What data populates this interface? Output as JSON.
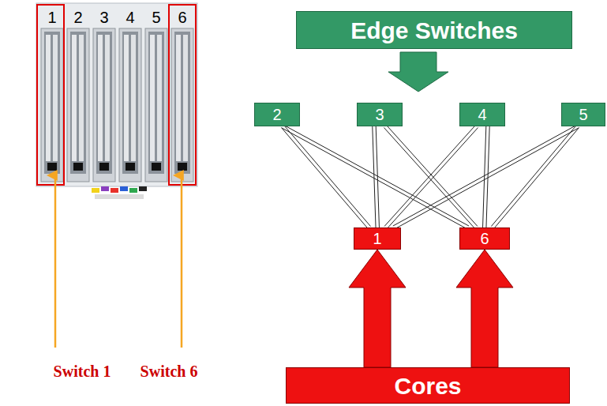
{
  "diagram": {
    "nodes": [
      {
        "text": [
          "Edge Switches"
        ]
      },
      {
        "text": [
          "2"
        ]
      },
      {
        "text": [
          "3"
        ]
      },
      {
        "text": [
          "4"
        ]
      },
      {
        "text": [
          "5"
        ]
      },
      {
        "text": [
          "1"
        ]
      },
      {
        "text": [
          "6"
        ]
      },
      {
        "text": [
          "Cores"
        ]
      }
    ],
    "edges": [
      {
        "from": 1,
        "to": 5,
        "arrow": "none"
      },
      {
        "from": 1,
        "to": 6,
        "arrow": "none"
      },
      {
        "from": 2,
        "to": 5,
        "arrow": "none"
      },
      {
        "from": 2,
        "to": 6,
        "arrow": "none"
      },
      {
        "from": 3,
        "to": 5,
        "arrow": "none"
      },
      {
        "from": 3,
        "to": 6,
        "arrow": "none"
      },
      {
        "from": 4,
        "to": 5,
        "arrow": "none"
      },
      {
        "from": 4,
        "to": 6,
        "arrow": "none"
      },
      {
        "from": 7,
        "to": 5,
        "arrow": "to"
      },
      {
        "from": 7,
        "to": 6,
        "arrow": "to"
      }
    ],
    "labels": [
      "1",
      "2",
      "3",
      "4",
      "5",
      "6",
      "Switch 1",
      "Switch 6"
    ]
  }
}
